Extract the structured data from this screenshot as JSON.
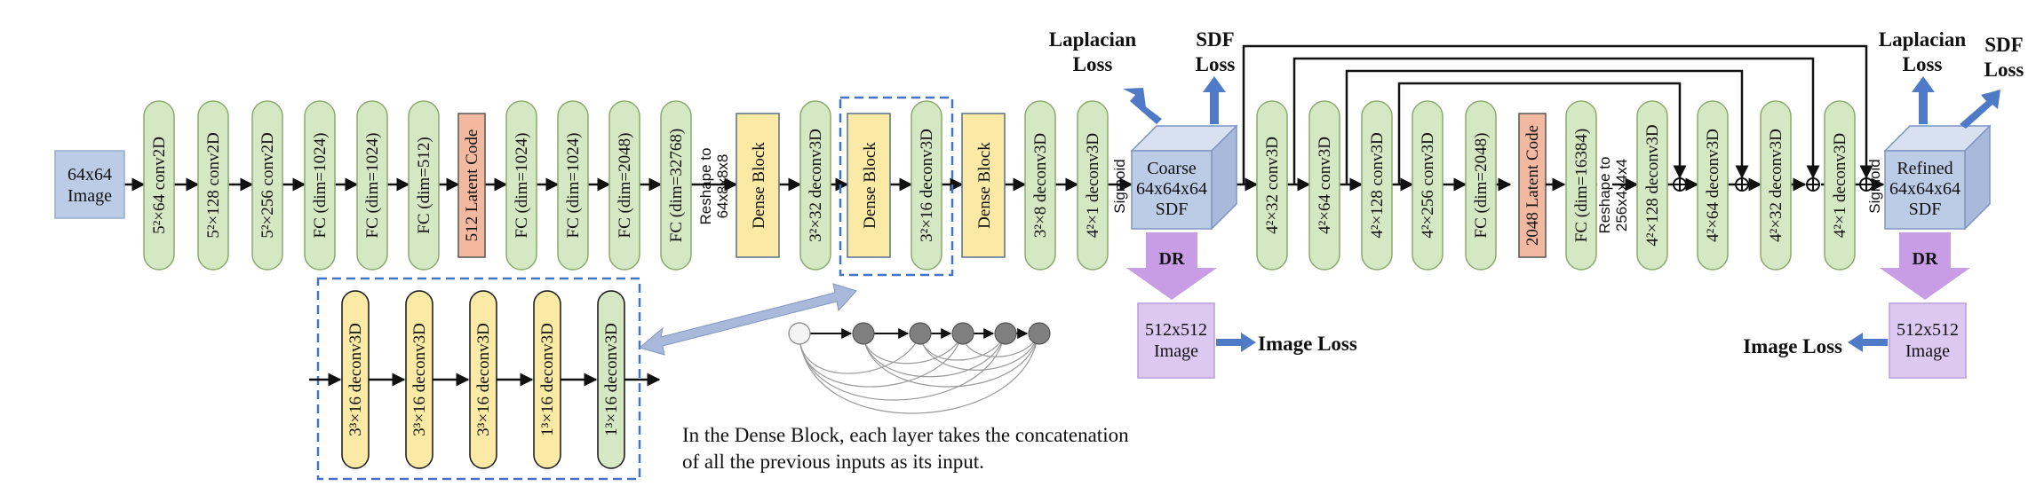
{
  "input_image": {
    "line1": "64x64",
    "line2": "Image"
  },
  "encoder_layers": [
    "5²×64 conv2D",
    "5²×128 conv2D",
    "5²×256 conv2D",
    "FC (dim=1024)",
    "FC (dim=1024)",
    "FC (dim=512)",
    "512 Latent Code",
    "FC (dim=1024)",
    "FC (dim=1024)",
    "FC (dim=2048)",
    "FC (dim=32768)"
  ],
  "reshape_1": {
    "line1": "Reshape to",
    "line2": "64x8x8x8"
  },
  "decoder_layers": [
    "Dense Block",
    "3²×32 deconv3D",
    "Dense Block",
    "3²×16 deconv3D",
    "Dense Block",
    "3²×8 deconv3D",
    "4²×1 deconv3D"
  ],
  "sigmoid_label": "Sigmoid",
  "coarse_sdf": {
    "line1": "Coarse",
    "line2": "64x64x64",
    "line3": "SDF"
  },
  "refine_layers": [
    "4²×32 conv3D",
    "4²×64 conv3D",
    "4²×128 conv3D",
    "4²×256 conv3D",
    "FC (dim=2048)",
    "2048 Latent Code",
    "FC (dim=16384)"
  ],
  "reshape_2": {
    "line1": "Reshape to",
    "line2": "256x4x4x4"
  },
  "refine_deconv_layers": [
    "4²×128 deconv3D",
    "4²×64 deconv3D",
    "4²×32 deconv3D",
    "4²×1 deconv3D"
  ],
  "refined_sdf": {
    "line1": "Refined",
    "line2": "64x64x64",
    "line3": "SDF"
  },
  "losses": {
    "laplacian_line1": "Laplacian",
    "laplacian_line2": "Loss",
    "sdf_line1": "SDF",
    "sdf_line2": "Loss",
    "image_loss": "Image Loss"
  },
  "dr_label": "DR",
  "render_output": {
    "line1": "512x512",
    "line2": "Image"
  },
  "dense_block_detail": [
    "3³×16 deconv3D",
    "3³×16 deconv3D",
    "3³×16 deconv3D",
    "1³×16 deconv3D",
    "1³×16 deconv3D"
  ],
  "caption": {
    "line1": "In the Dense Block, each layer takes the concatenation",
    "line2": "of all the previous inputs as its input."
  },
  "colors": {
    "pill_green": "#d5e8c4",
    "pill_green_stroke": "#8aab6d",
    "dense_yellow": "#fbe9a6",
    "dense_yellow_stroke": "#5b6f8a",
    "latent_orange": "#f2b9a0",
    "image_blue": "#bccbe6",
    "render_purple": "#dcc8f0",
    "dr_purple": "#c99ce6",
    "arrow_blue": "#4f7ac7",
    "dashed_blue": "#4472c4"
  }
}
